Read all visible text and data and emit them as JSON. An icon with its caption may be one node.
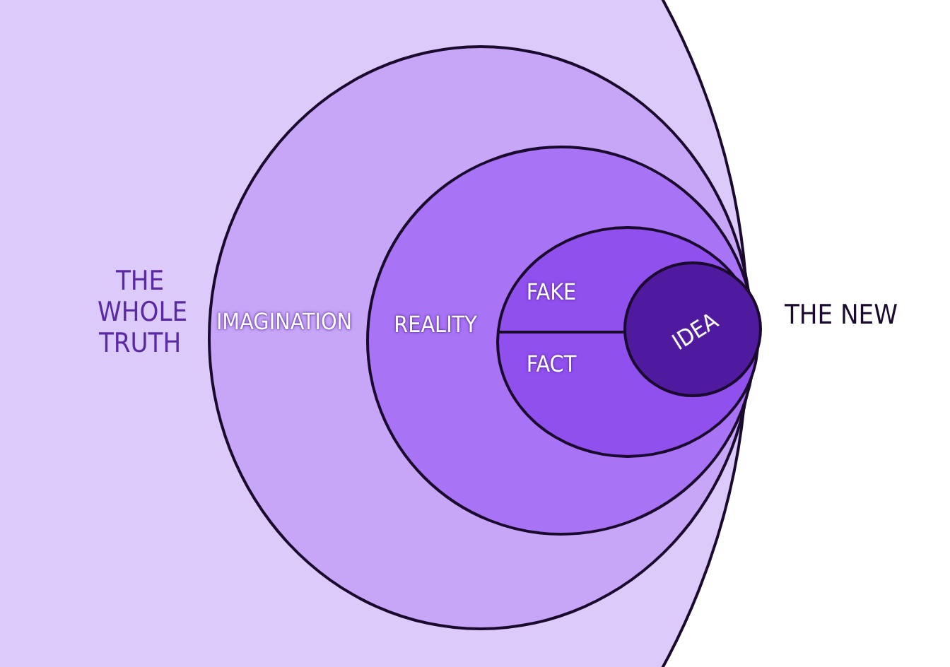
{
  "diagram": {
    "nodes": [
      {
        "text": [
          "THE WHOLE TRUTH"
        ]
      },
      {
        "text": [
          "IMAGINATION"
        ],
        "in": 0
      },
      {
        "text": [
          "REALITY"
        ],
        "in": 1
      },
      {
        "text": [
          "FAKE",
          "FACT"
        ],
        "in": 2
      },
      {
        "text": [
          "IDEA"
        ],
        "in": 3
      }
    ],
    "labels": [
      "THE NEW"
    ]
  }
}
